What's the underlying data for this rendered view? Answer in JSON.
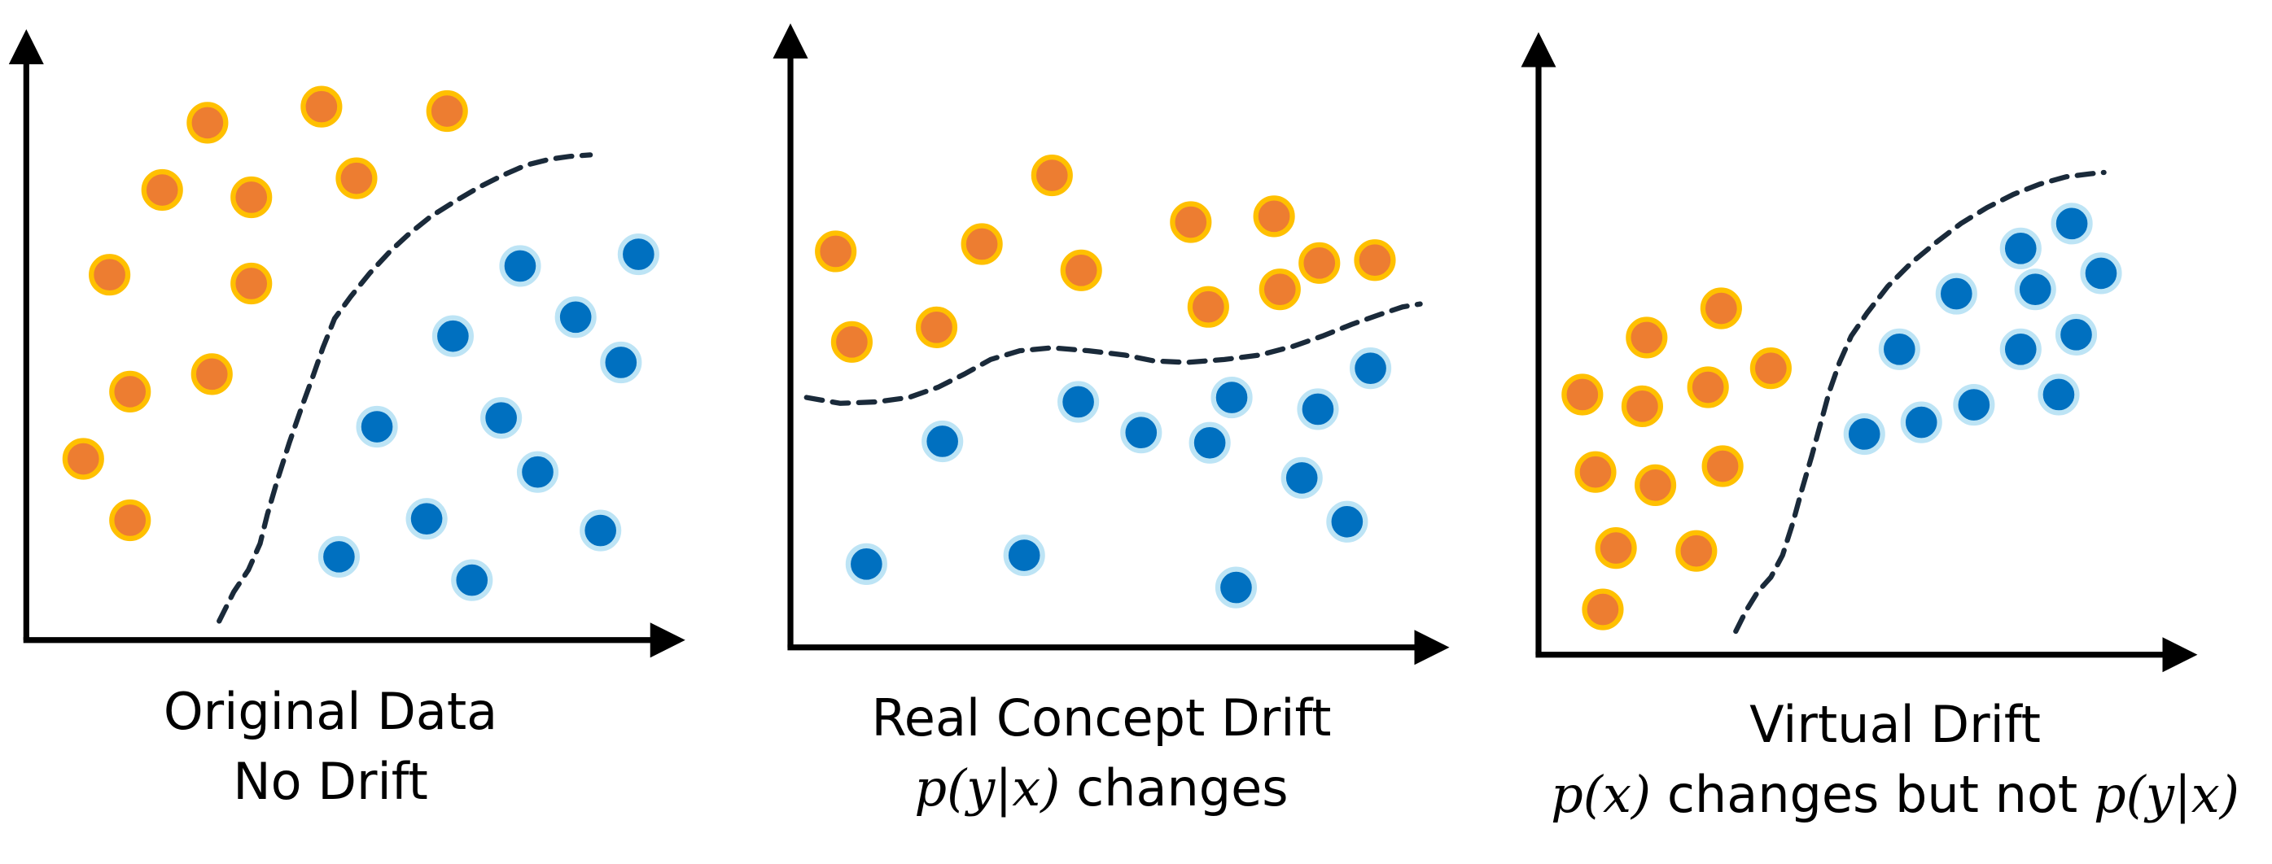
{
  "panels": [
    {
      "id": "original",
      "caption_line1": "Original Data",
      "caption_line2": "No Drift",
      "orange_points": [
        [
          142,
          84
        ],
        [
          220,
          73
        ],
        [
          306,
          76
        ],
        [
          111,
          130
        ],
        [
          172,
          135
        ],
        [
          244,
          122
        ],
        [
          75,
          188
        ],
        [
          172,
          194
        ],
        [
          145,
          256
        ],
        [
          89,
          268
        ],
        [
          57,
          314
        ],
        [
          89,
          356
        ]
      ],
      "blue_points": [
        [
          356,
          182
        ],
        [
          437,
          174
        ],
        [
          394,
          217
        ],
        [
          310,
          230
        ],
        [
          425,
          248
        ],
        [
          258,
          292
        ],
        [
          343,
          286
        ],
        [
          368,
          323
        ],
        [
          292,
          355
        ],
        [
          232,
          381
        ],
        [
          411,
          363
        ],
        [
          323,
          397
        ]
      ],
      "boundary": [
        [
          150,
          425
        ],
        [
          160,
          405
        ],
        [
          170,
          390
        ],
        [
          178,
          372
        ],
        [
          183,
          352
        ],
        [
          190,
          328
        ],
        [
          198,
          303
        ],
        [
          206,
          280
        ],
        [
          214,
          258
        ],
        [
          221,
          238
        ],
        [
          229,
          218
        ],
        [
          240,
          203
        ],
        [
          253,
          187
        ],
        [
          267,
          172
        ],
        [
          280,
          160
        ],
        [
          295,
          148
        ],
        [
          311,
          138
        ],
        [
          328,
          128
        ],
        [
          344,
          120
        ],
        [
          360,
          113
        ],
        [
          376,
          109
        ],
        [
          390,
          107
        ],
        [
          404,
          106
        ]
      ]
    },
    {
      "id": "real",
      "caption_line1": "Real Concept Drift",
      "caption_math": "p(y|x)",
      "caption_rest": " changes",
      "orange_points": [
        [
          572,
          172
        ],
        [
          672,
          167
        ],
        [
          720,
          120
        ],
        [
          740,
          185
        ],
        [
          815,
          152
        ],
        [
          872,
          148
        ],
        [
          903,
          180
        ],
        [
          941,
          178
        ],
        [
          583,
          234
        ],
        [
          641,
          224
        ],
        [
          827,
          210
        ],
        [
          876,
          198
        ]
      ],
      "blue_points": [
        [
          738,
          275
        ],
        [
          843,
          272
        ],
        [
          938,
          252
        ],
        [
          645,
          302
        ],
        [
          781,
          296
        ],
        [
          828,
          303
        ],
        [
          902,
          280
        ],
        [
          891,
          327
        ],
        [
          922,
          357
        ],
        [
          593,
          386
        ],
        [
          701,
          380
        ],
        [
          846,
          402
        ]
      ],
      "boundary": [
        [
          552,
          272
        ],
        [
          575,
          276
        ],
        [
          600,
          275
        ],
        [
          622,
          272
        ],
        [
          642,
          265
        ],
        [
          660,
          256
        ],
        [
          678,
          246
        ],
        [
          698,
          240
        ],
        [
          720,
          238
        ],
        [
          745,
          240
        ],
        [
          770,
          243
        ],
        [
          790,
          247
        ],
        [
          812,
          248
        ],
        [
          838,
          246
        ],
        [
          862,
          243
        ],
        [
          885,
          237
        ],
        [
          905,
          230
        ],
        [
          925,
          222
        ],
        [
          945,
          215
        ],
        [
          960,
          210
        ],
        [
          972,
          208
        ]
      ]
    },
    {
      "id": "virtual",
      "caption_line1": "Virtual Drift",
      "caption_math1": "p(x)",
      "caption_mid": " changes but not ",
      "caption_math2": "p(y|x)",
      "orange_points": [
        [
          1178,
          211
        ],
        [
          1127,
          231
        ],
        [
          1212,
          252
        ],
        [
          1083,
          270
        ],
        [
          1124,
          278
        ],
        [
          1169,
          265
        ],
        [
          1092,
          323
        ],
        [
          1133,
          332
        ],
        [
          1179,
          319
        ],
        [
          1106,
          375
        ],
        [
          1161,
          377
        ],
        [
          1097,
          417
        ]
      ],
      "blue_points": [
        [
          1418,
          153
        ],
        [
          1383,
          170
        ],
        [
          1438,
          187
        ],
        [
          1339,
          201
        ],
        [
          1393,
          198
        ],
        [
          1300,
          239
        ],
        [
          1383,
          239
        ],
        [
          1421,
          229
        ],
        [
          1276,
          297
        ],
        [
          1315,
          289
        ],
        [
          1351,
          277
        ],
        [
          1409,
          270
        ]
      ],
      "boundary": [
        [
          1188,
          432
        ],
        [
          1195,
          418
        ],
        [
          1203,
          405
        ],
        [
          1212,
          395
        ],
        [
          1220,
          380
        ],
        [
          1227,
          358
        ],
        [
          1233,
          336
        ],
        [
          1240,
          312
        ],
        [
          1246,
          290
        ],
        [
          1252,
          268
        ],
        [
          1259,
          248
        ],
        [
          1267,
          230
        ],
        [
          1278,
          214
        ],
        [
          1292,
          196
        ],
        [
          1308,
          180
        ],
        [
          1325,
          166
        ],
        [
          1342,
          153
        ],
        [
          1360,
          142
        ],
        [
          1378,
          133
        ],
        [
          1396,
          126
        ],
        [
          1414,
          121
        ],
        [
          1430,
          119
        ],
        [
          1440,
          118
        ]
      ]
    }
  ],
  "colors": {
    "orange_fill": "#ed7d31",
    "orange_ring": "#ffc000",
    "blue_fill": "#0070c0",
    "blue_ring": "#bde4f5",
    "axis": "#000000",
    "boundary": "#1a2a3a"
  }
}
